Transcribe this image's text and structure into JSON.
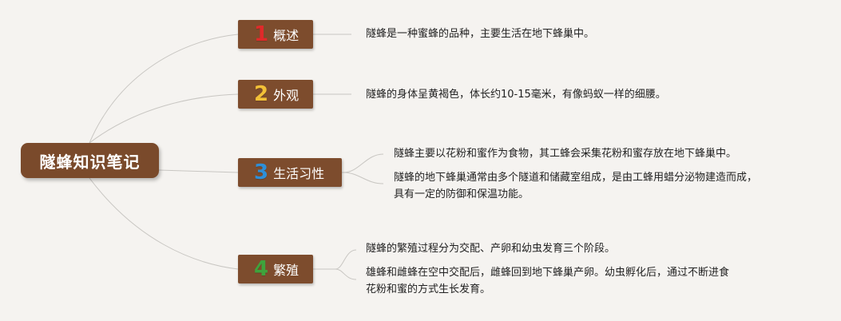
{
  "root": {
    "label": "隧蜂知识笔记"
  },
  "colors": {
    "background": "#f5f3f0",
    "node_fill": "#7d4c2d",
    "num1": "#e02a2a",
    "num2": "#f2c037",
    "num3": "#2e8fd8",
    "num4": "#3fa33c",
    "connector": "#c8c6c2"
  },
  "branches": [
    {
      "number": "1",
      "label": "概述",
      "notes": [
        "隧蜂是一种蜜蜂的品种，主要生活在地下蜂巢中。"
      ]
    },
    {
      "number": "2",
      "label": "外观",
      "notes": [
        "隧蜂的身体呈黄褐色，体长约10-15毫米，有像蚂蚁一样的细腰。"
      ]
    },
    {
      "number": "3",
      "label": "生活习性",
      "notes": [
        "隧蜂主要以花粉和蜜作为食物，其工蜂会采集花粉和蜜存放在地下蜂巢中。",
        "隧蜂的地下蜂巢通常由多个隧道和储藏室组成，是由工蜂用蜡分泌物建造而成，",
        "具有一定的防御和保温功能。"
      ]
    },
    {
      "number": "4",
      "label": "繁殖",
      "notes": [
        "隧蜂的繁殖过程分为交配、产卵和幼虫发育三个阶段。",
        "雄蜂和雌蜂在空中交配后，雌蜂回到地下蜂巢产卵。幼虫孵化后，通过不断进食",
        "花粉和蜜的方式生长发育。"
      ]
    }
  ]
}
